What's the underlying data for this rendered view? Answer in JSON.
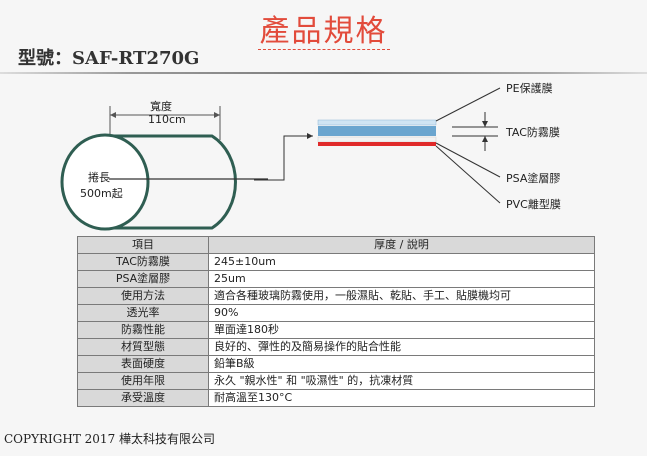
{
  "header": {
    "title": "產品規格",
    "model": "型號：SAF-RT270G"
  },
  "diagram": {
    "width_label": "寬度",
    "width_value": "110cm",
    "length_label": "捲長",
    "length_value": "500m起",
    "layers": [
      "PE保護膜",
      "TAC防霧膜",
      "PSA塗層膠",
      "PVC離型膜"
    ],
    "colors": {
      "roll_outline": "#2f5e52",
      "layer_blue": "#6aa5cf",
      "layer_red": "#e02a2a",
      "layer_light": "#cfe4f3"
    }
  },
  "table": {
    "headers": [
      "項目",
      "厚度 / 說明"
    ],
    "rows": [
      {
        "item": "TAC防霧膜",
        "value": "245±10um"
      },
      {
        "item": "PSA塗層膠",
        "value": "25um"
      },
      {
        "item": "使用方法",
        "value": "適合各種玻璃防霧使用，一般濕貼、乾貼、手工、貼膜機均可"
      },
      {
        "item": "透光率",
        "value": "90%"
      },
      {
        "item": "防霧性能",
        "value": "單面達180秒"
      },
      {
        "item": "材質型態",
        "value": "良好的、彈性的及簡易操作的貼合性能"
      },
      {
        "item": "表面硬度",
        "value": "鉛筆B級"
      },
      {
        "item": "使用年限",
        "value": "永久 \"親水性\" 和 \"吸濕性\" 的，抗凍材質"
      },
      {
        "item": "承受溫度",
        "value": "耐高溫至130°C"
      }
    ]
  },
  "footer": {
    "copyright": "COPYRIGHT 2017 樺太科技有限公司"
  }
}
